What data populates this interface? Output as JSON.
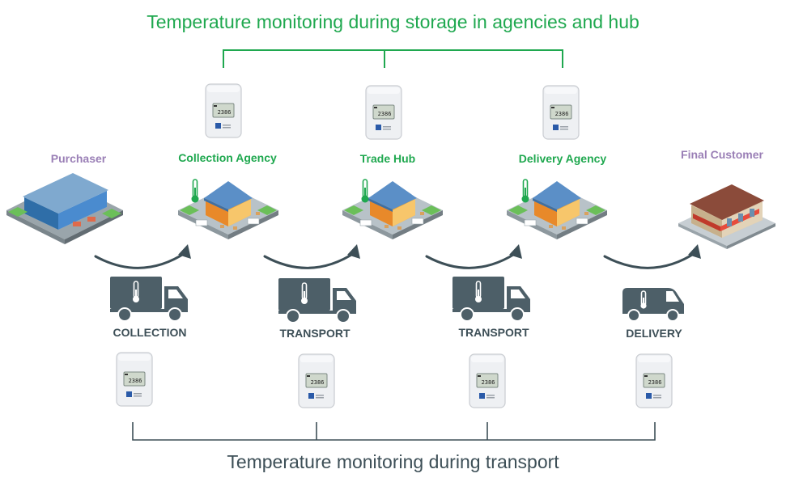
{
  "titles": {
    "storage": "Temperature monitoring during storage in agencies and hub",
    "transport": "Temperature monitoring during transport"
  },
  "nodes": {
    "purchaser": "Purchaser",
    "collection_agency": "Collection Agency",
    "trade_hub": "Trade Hub",
    "delivery_agency": "Delivery Agency",
    "final_customer": "Final Customer"
  },
  "transport_steps": {
    "collection": "COLLECTION",
    "transport_1": "TRANSPORT",
    "transport_2": "TRANSPORT",
    "delivery": "DELIVERY"
  },
  "logger_display": "2386",
  "colors": {
    "green": "#1fa84f",
    "purple": "#9a7fb6",
    "dark": "#3d4f57",
    "truck": "#4d5f68"
  },
  "icons": [
    "temperature-logger-icon",
    "truck-icon",
    "van-icon",
    "thermometer-icon",
    "warehouse-icon",
    "store-icon"
  ]
}
